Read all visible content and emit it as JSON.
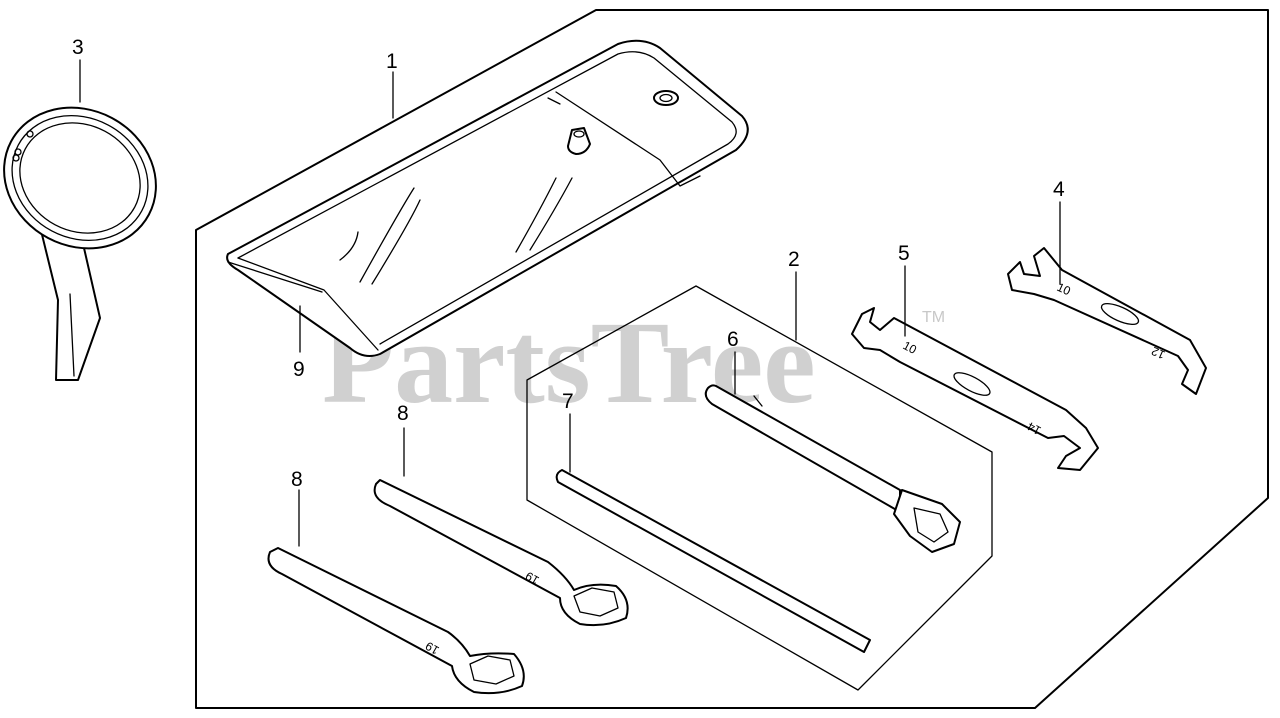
{
  "watermark": {
    "text": "PartsTree",
    "mark": "TM"
  },
  "callouts": [
    {
      "id": "1",
      "part": "tool-bag"
    },
    {
      "id": "2",
      "part": "tool-set"
    },
    {
      "id": "3",
      "part": "funnel"
    },
    {
      "id": "4",
      "part": "open-end-wrench-10x12"
    },
    {
      "id": "5",
      "part": "open-end-wrench-10x14"
    },
    {
      "id": "6",
      "part": "spark-plug-wrench"
    },
    {
      "id": "7",
      "part": "handle-bar"
    },
    {
      "id": "8a",
      "label": "8",
      "part": "ring-wrench-19-a"
    },
    {
      "id": "8b",
      "label": "8",
      "part": "ring-wrench-19-b"
    },
    {
      "id": "9",
      "part": "tool-bag-label"
    }
  ],
  "stamps": {
    "wrench4_left": "10",
    "wrench4_right": "12",
    "wrench5_left": "10",
    "wrench5_right": "14",
    "ring_a": "19",
    "ring_b": "19"
  }
}
